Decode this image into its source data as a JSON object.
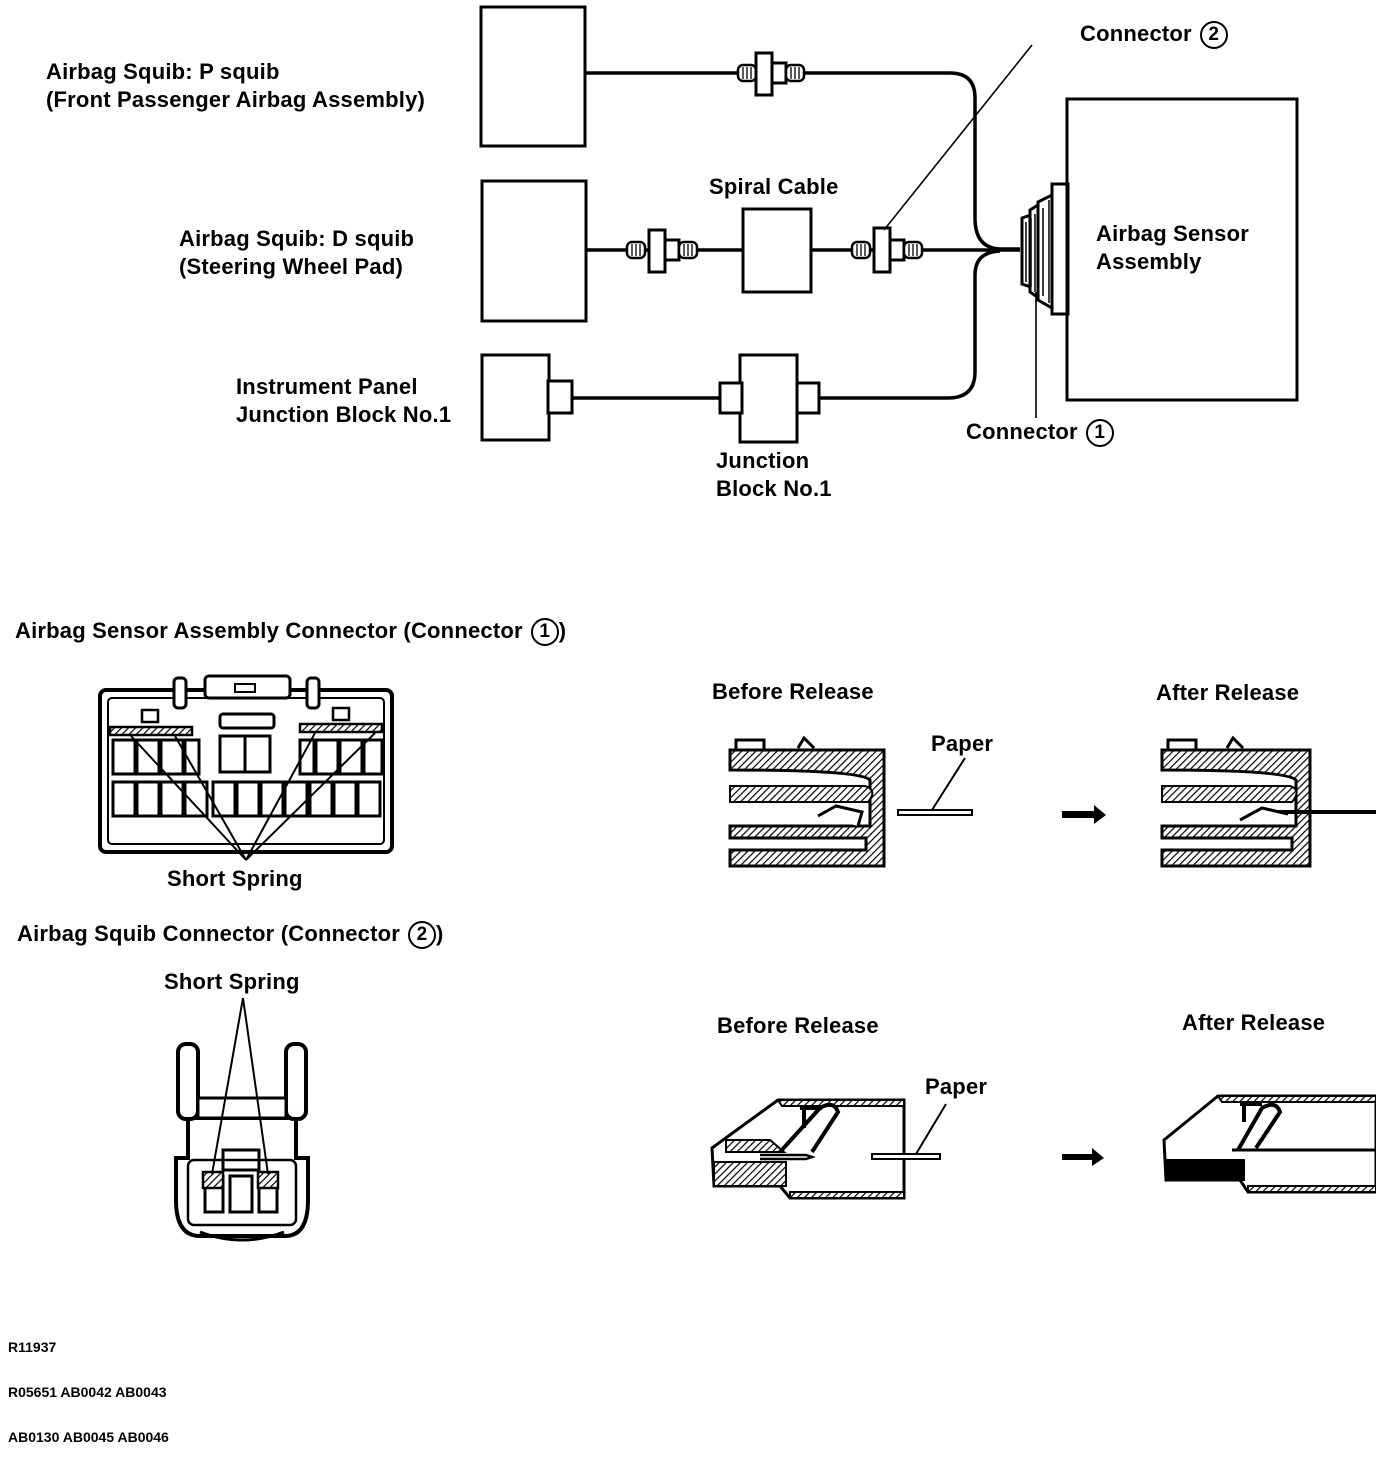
{
  "wiring_diagram": {
    "p_squib": {
      "line1": "Airbag Squib:   P squib",
      "line2": "(Front Passenger Airbag Assembly)"
    },
    "d_squib": {
      "line1": "Airbag Squib:   D squib",
      "line2": "(Steering Wheel Pad)"
    },
    "ip_junction": {
      "line1": "Instrument Panel",
      "line2": "Junction Block No.1"
    },
    "spiral_cable": "Spiral Cable",
    "junction_block": {
      "line1": "Junction",
      "line2": "Block No.1"
    },
    "sensor": {
      "line1": "Airbag Sensor",
      "line2": "Assembly"
    },
    "connector2": {
      "label": "Connector",
      "number": "2"
    },
    "connector1": {
      "label": "Connector",
      "number": "1"
    }
  },
  "connector1_section": {
    "title": "Airbag Sensor Assembly Connector (Connector",
    "number": "1",
    "close": ")",
    "callout": "Short Spring",
    "before": "Before Release",
    "after": "After Release",
    "paper": "Paper"
  },
  "connector2_section": {
    "title": "Airbag Squib Connector (Connector",
    "number": "2",
    "close": ")",
    "callout": "Short Spring",
    "before": "Before Release",
    "after": "After Release",
    "paper": "Paper"
  },
  "footer": {
    "codes": [
      "R11937",
      "R05651 AB0042 AB0043",
      "AB0130 AB0045 AB0046"
    ]
  }
}
